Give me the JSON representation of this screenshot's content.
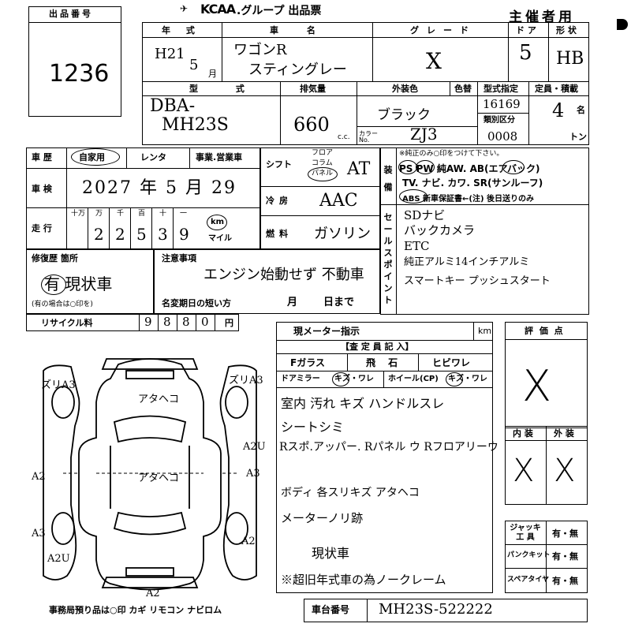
{
  "header": {
    "logo": "KCAA",
    "title": ".グループ 出品票",
    "for_host": "主催者用",
    "lot_label": "出品番号",
    "lot_number": "1236"
  },
  "row1": {
    "year_label": "年 式",
    "year_value": "H21",
    "month_value": "5",
    "month_unit": "月",
    "name_label": "車 名",
    "name_line1": "ワゴンR",
    "name_line2": "スティングレー",
    "grade_label": "グレード",
    "grade_value": "X",
    "door_label": "ド ア",
    "door_value": "5",
    "shape_label": "形 状",
    "shape_value": "HB"
  },
  "row2": {
    "model_label": "型 式",
    "model_line1": "DBA-",
    "model_line2": "MH23S",
    "displacement_label": "排気量",
    "displacement_value": "660",
    "displacement_unit": "c.c.",
    "color_label": "外装色",
    "color_value": "ブラック",
    "color_change_label": "色替",
    "color_no_label": "カラー No.",
    "color_no_value": "ZJ3",
    "type_cert_label": "型式指定",
    "type_cert_value": "16169",
    "class_label": "類別区分",
    "class_value": "0008",
    "capacity_label": "定員・積載",
    "capacity_value": "4",
    "capacity_unit": "名",
    "load_unit": "トン"
  },
  "history": {
    "label": "車 歴",
    "options": [
      "自家用",
      "レンタ",
      "事業.営業車"
    ],
    "inspection_label": "車 検",
    "inspection_value": "2027 年 5 月 29",
    "mileage_label": "走 行",
    "digit_labels": [
      "十万",
      "万",
      "千",
      "百",
      "十",
      "一"
    ],
    "mileage_digits": [
      "",
      "2",
      "2",
      "5",
      "3",
      "9"
    ],
    "km_label": "km",
    "mile_label": "マイル"
  },
  "shift": {
    "label": "シフト",
    "options": [
      "フロア",
      "コラム",
      "パネル"
    ],
    "value": "AT"
  },
  "aircon": {
    "label": "冷房",
    "value": "AAC"
  },
  "fuel": {
    "label": "燃料",
    "value": "ガソリン"
  },
  "equipment": {
    "label": "装備",
    "note": "※純正のみ○印をつけて下さい。",
    "line1": "PS PW 純AW. AB(エアバック)",
    "line2": "TV. ナビ. カワ. SR(サンルーフ)",
    "line3": "ABS 新車保証書←(注) 後日送りのみ"
  },
  "selling_points": {
    "label": "セールスポイント",
    "items": [
      "SDナビ",
      "バックカメラ",
      "ETC",
      "純正アルミ14インチアルミ",
      "スマートキー プッシュスタート"
    ]
  },
  "repair": {
    "label": "修復歴 箇所",
    "value": "有 現状車",
    "note": "(有の場合は○印を)"
  },
  "notes": {
    "label": "注意事項",
    "value": "エンジン始動せず 不動車",
    "rename_label": "名変期日の短い方",
    "month": "月",
    "day": "日まで"
  },
  "recycle": {
    "label": "リサイクル料",
    "digits": [
      "9",
      "8",
      "8",
      "0"
    ],
    "unit": "円"
  },
  "meter": {
    "label": "現メーター指示",
    "unit": "km"
  },
  "inspector": {
    "title": "【査 定 員 記 入】",
    "glass_label": "Fガラス",
    "chip_label": "飛 石",
    "crack_label": "ヒビワレ",
    "mirror_label": "ドアミラー",
    "mirror_value": "キズ・ワレ",
    "wheel_label": "ホイール(CP)",
    "wheel_value": "キズ・ワレ",
    "notes": [
      "室内 汚れ キズ ハンドルスレ",
      "シートシミ",
      "Rスポ.アッパー. Rパネル ウ Rフロアリーウ",
      "ボディ 各スリキズ アタヘコ",
      "メーターノリ跡"
    ],
    "footer_1": "現状車",
    "footer_2": "※超旧年式車の為ノークレーム"
  },
  "rating": {
    "label": "評 価 点",
    "value": "X",
    "interior_label": "内 装",
    "exterior_label": "外 装",
    "interior_value": "X",
    "exterior_value": "X"
  },
  "tools": {
    "jack_label": "ジャッキ工 具",
    "puncture_label": "パンクキット",
    "spare_label": "スペアタイヤ",
    "value": "有・無"
  },
  "office": {
    "text": "事務局預り品は○印  カギ リモコン ナビロム",
    "chassis_label": "車台番号",
    "chassis_value": "MH23S-522222"
  },
  "diagram_marks": [
    "A2",
    "A2",
    "ズリA3",
    "ズリA3",
    "A2U",
    "A3",
    "A2",
    "A3",
    "A2U",
    "A2",
    "A2",
    "アタヘコ",
    "アタヘコ"
  ]
}
